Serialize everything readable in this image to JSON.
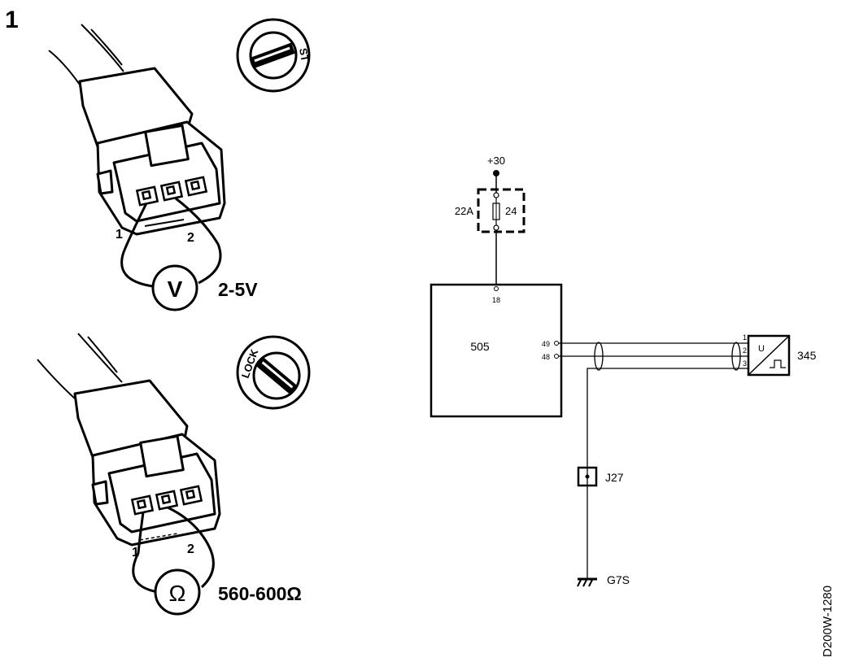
{
  "figure_number": "1",
  "reference_code": "D200W-1280",
  "upper_test": {
    "switch_position": "ST",
    "pin_labels": [
      "1",
      "2"
    ],
    "meter_symbol": "V",
    "expected_value": "2-5V"
  },
  "lower_test": {
    "switch_position": "LOCK",
    "pin_labels": [
      "1",
      "2"
    ],
    "meter_symbol": "Ω",
    "expected_value": "560-600Ω"
  },
  "schematic": {
    "supply": "+30",
    "fuse_box": "22A",
    "fuse": "24",
    "ecu": "505",
    "ecu_pin_supply": "18",
    "ecu_pin_a": "49",
    "ecu_pin_b": "48",
    "sensor": "345",
    "sensor_symbol": "U",
    "sensor_pins": [
      "1",
      "2",
      "3"
    ],
    "junction": "J27",
    "ground": "G7S"
  }
}
